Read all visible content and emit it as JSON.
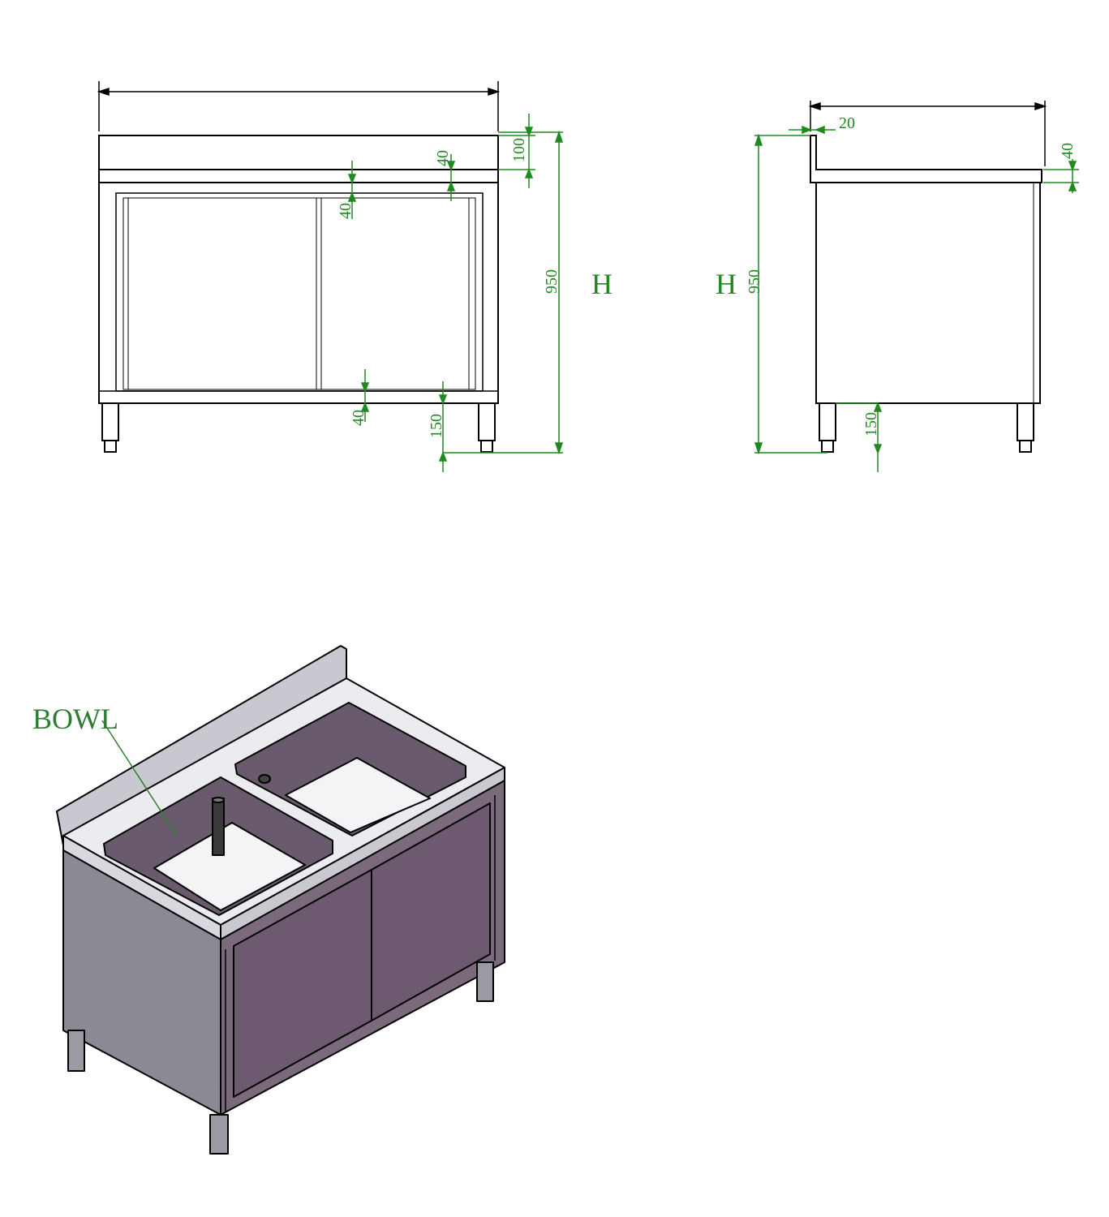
{
  "front_view": {
    "dims": {
      "top_height": "100",
      "inner_top": "40",
      "rail_top": "40",
      "rail_bottom": "40",
      "leg_height": "150",
      "total_height": "950"
    },
    "height_label": "H"
  },
  "side_view": {
    "dims": {
      "splash_thickness": "20",
      "worktop_thickness": "40",
      "total_height": "950",
      "leg_height": "150"
    },
    "height_label": "H"
  },
  "iso_view": {
    "callout": "BOWL"
  },
  "colors": {
    "outline": "#000000",
    "dimension": "#1f8a1f",
    "bowl_label": "#2e7d32",
    "cabinet_side": "#8a8a94",
    "cabinet_door": "#6e5a70",
    "bowl_wall": "#6a5a6e",
    "bowl_floor": "#f4f4f6",
    "worktop": "#ececf0"
  }
}
